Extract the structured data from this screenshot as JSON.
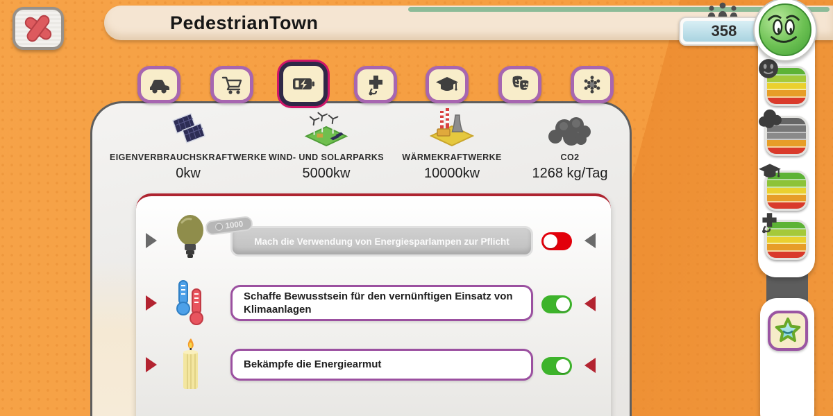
{
  "header": {
    "title": "PedestrianTown",
    "population": "358"
  },
  "tabs": [
    {
      "icon": "vehicle-icon"
    },
    {
      "icon": "shopping-cart-icon"
    },
    {
      "icon": "battery-energy-icon",
      "selected": true
    },
    {
      "icon": "health-icon"
    },
    {
      "icon": "education-cap-icon"
    },
    {
      "icon": "culture-masks-icon"
    },
    {
      "icon": "community-icon"
    }
  ],
  "stats": [
    {
      "label": "EIGENVERBRAUCHSKRAFTWERKE",
      "value": "0kw",
      "icon": "solar-panels-icon"
    },
    {
      "label": "WIND- UND SOLARPARKS",
      "value": "5000kw",
      "icon": "wind-solar-park-icon"
    },
    {
      "label": "WÄRMEKRAFTWERKE",
      "value": "10000kw",
      "icon": "thermal-plant-icon"
    },
    {
      "label": "CO2",
      "value": "1268 kg/Tag",
      "icon": "smoke-cloud-icon"
    }
  ],
  "policies": [
    {
      "text": "Mach die Verwendung von Energiesparlampen zur Pflicht",
      "cost": "1000",
      "enabled": false,
      "icon": "lightbulb-icon"
    },
    {
      "text": "Schaffe Bewusstsein für den vernünftigen Einsatz von Klimaanlagen",
      "enabled": true,
      "icon": "thermometer-icon"
    },
    {
      "text": "Bekämpfe die Energiearmut",
      "enabled": true,
      "icon": "candle-icon"
    }
  ],
  "sidebar": {
    "gauges": [
      {
        "icon": "happiness-gauge",
        "stripes": [
          "#5db336",
          "#a5c93a",
          "#ead02f",
          "#e79d28",
          "#d93a2b"
        ]
      },
      {
        "icon": "co2-gauge",
        "stripes": [
          "#666666",
          "#777777",
          "#8a8a8a",
          "#e79d28",
          "#d93a2b"
        ]
      },
      {
        "icon": "education-gauge",
        "stripes": [
          "#5db336",
          "#8cc338",
          "#ead02f",
          "#e79d28",
          "#d93a2b"
        ]
      },
      {
        "icon": "health-gauge",
        "stripes": [
          "#5db336",
          "#a5c93a",
          "#ead02f",
          "#e79d28",
          "#d93a2b"
        ]
      }
    ]
  },
  "colors": {
    "background_orange": "#f59d40",
    "title_bar": "#f5e5d2",
    "progress_green": "#8cbb98",
    "tab_purple": "#a766b0",
    "selected_tab_ring": "#cf1668",
    "card_top_red": "#ae2430",
    "pill_border_purple": "#9b50a0",
    "toggle_on": "#3db32b",
    "toggle_off": "#e2000b",
    "smiley_green": "#6cc153"
  }
}
